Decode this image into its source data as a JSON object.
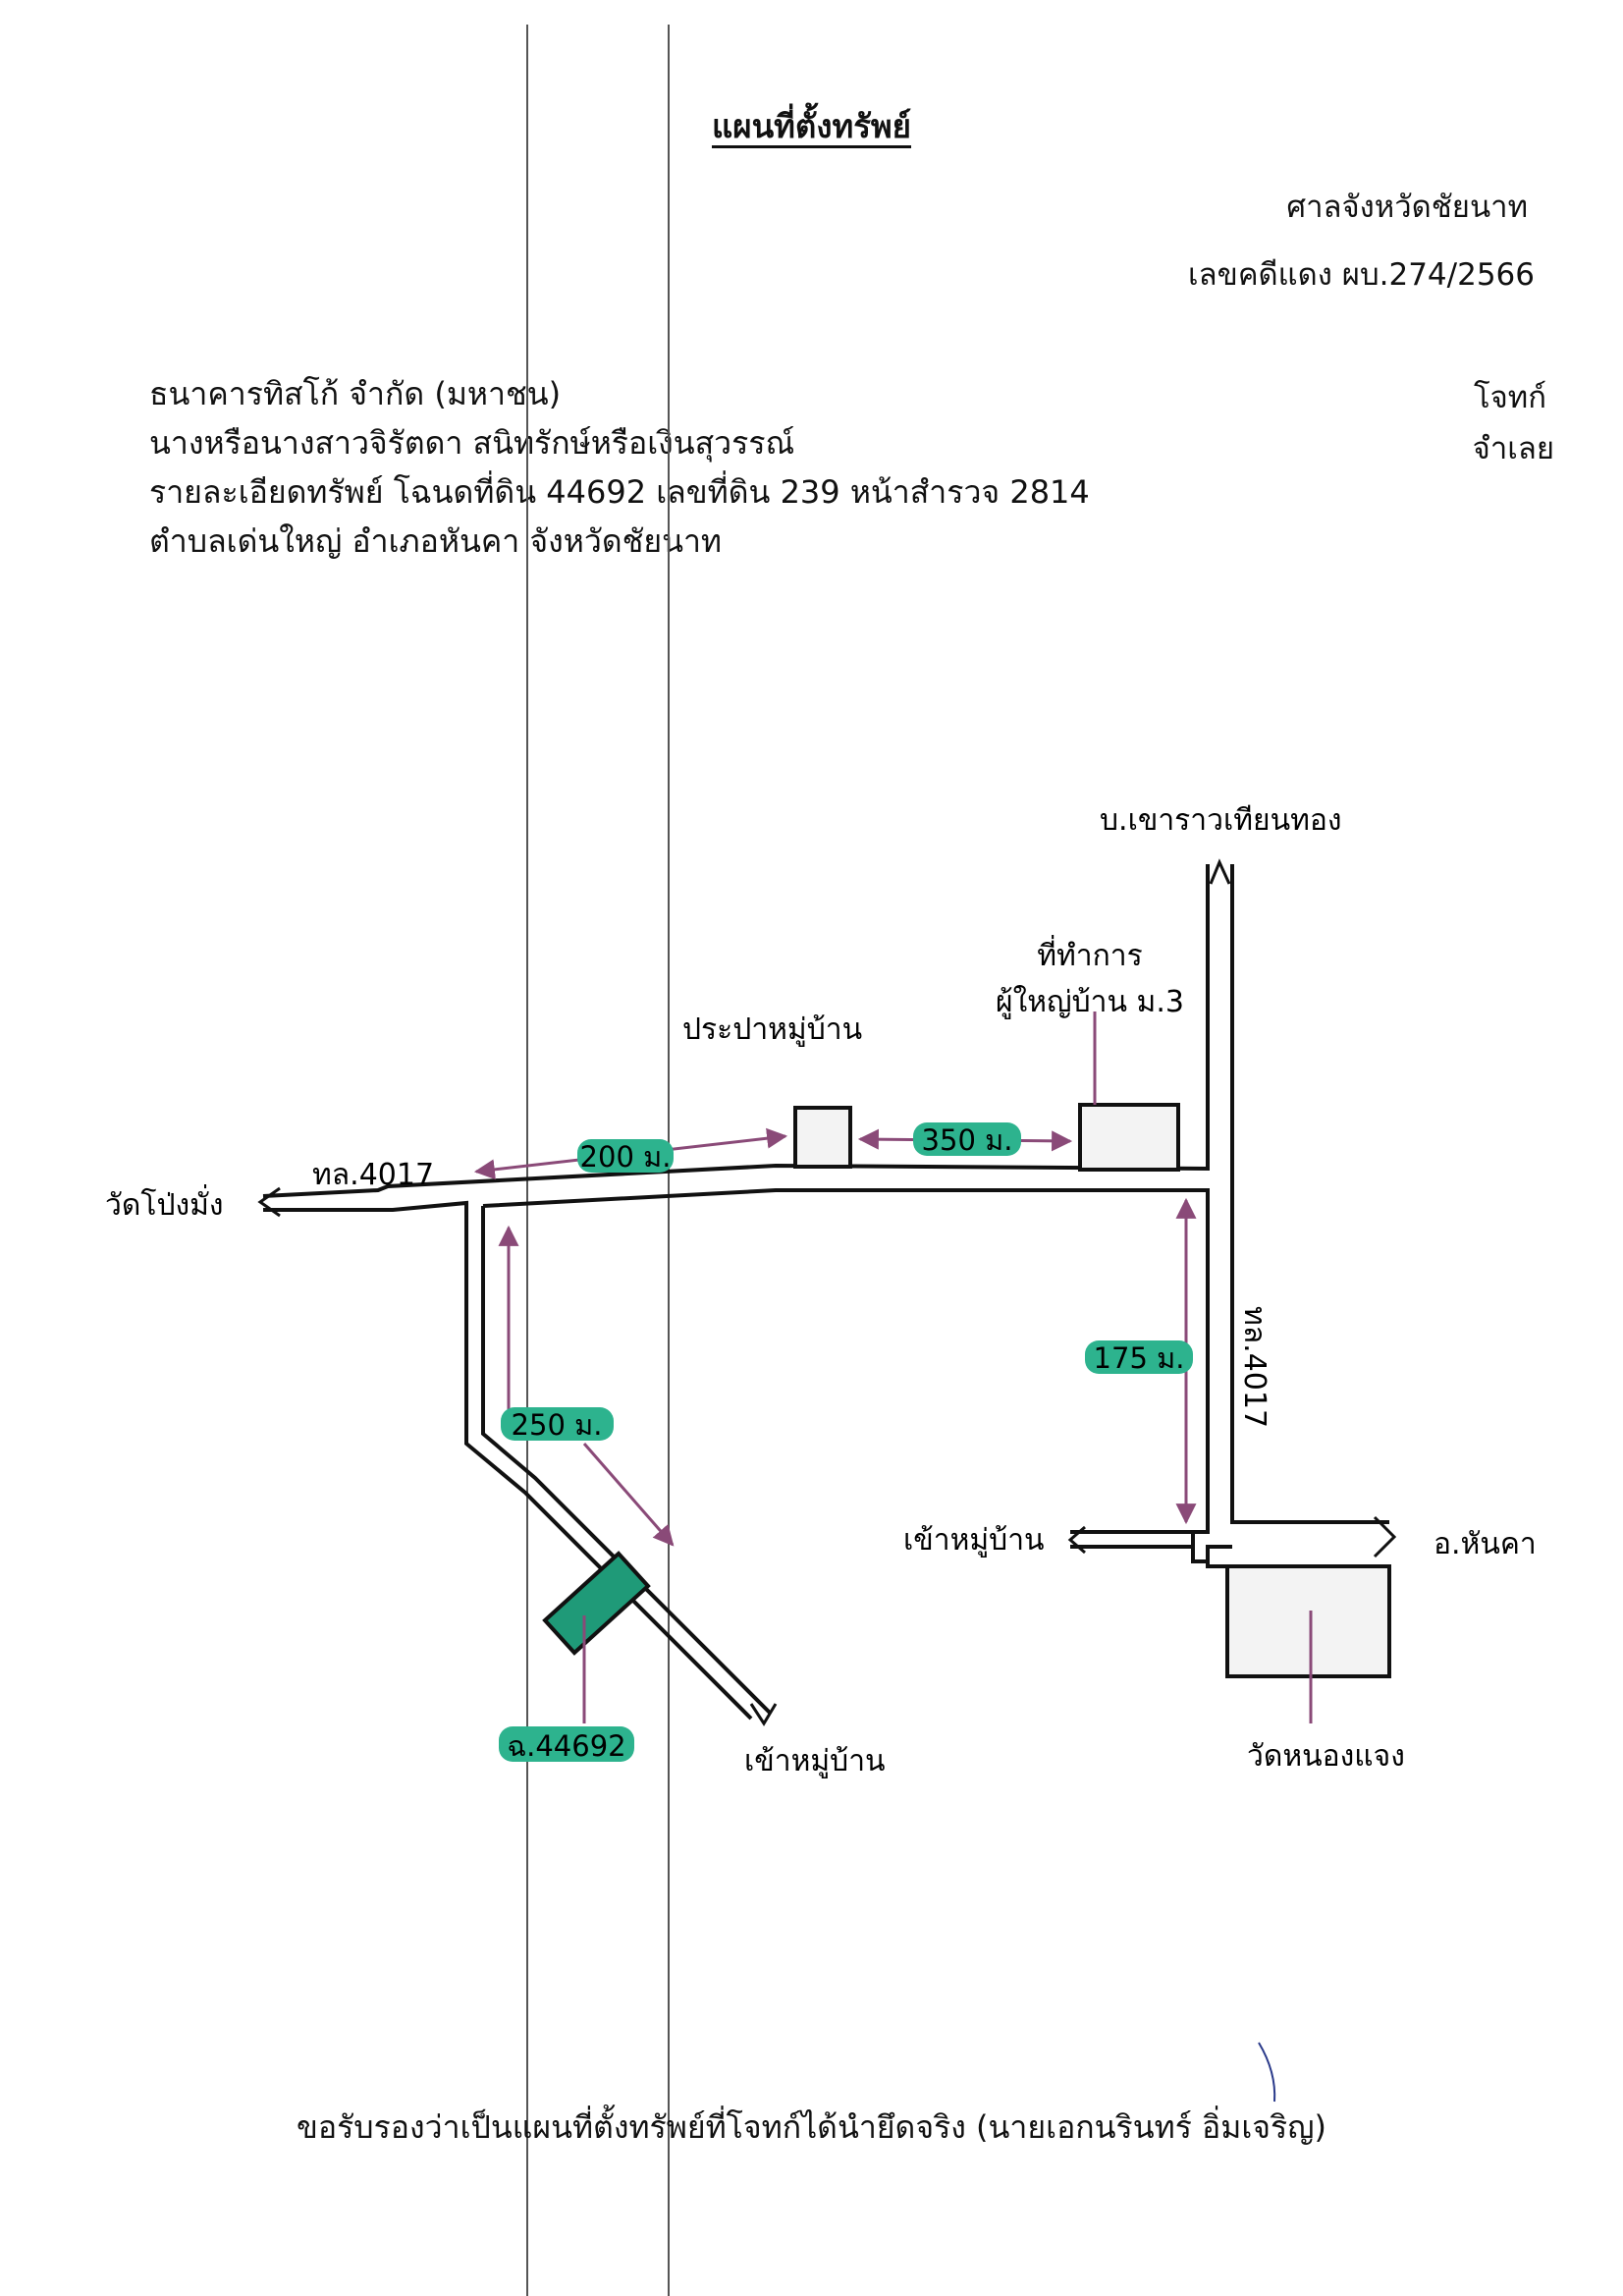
{
  "header": {
    "title": "แผนที่ตั้งทรัพย์",
    "court": "ศาลจังหวัดชัยนาท",
    "case_number": "เลขคดีแดง ผบ.274/2566"
  },
  "parties": {
    "plaintiff": "ธนาคารทิสโก้ จำกัด (มหาชน)",
    "defendant": "นางหรือนางสาวจิรัตดา สนิทรักษ์หรือเงินสุวรรณ์",
    "property_detail": "รายละเอียดทรัพย์ โฉนดที่ดิน 44692 เลขที่ดิน 239 หน้าสำรวจ 2814",
    "location": "ตำบลเด่นใหญ่ อำเภอหันคา จังหวัดชัยนาท",
    "plaintiff_role": "โจทก์",
    "defendant_role": "จำเลย"
  },
  "map": {
    "labels": {
      "north_village": "บ.เขาราวเทียนทอง",
      "headman_office_line1": "ที่ทำการ",
      "headman_office_line2": "ผู้ใหญ่บ้าน ม.3",
      "village_waterworks": "ประปาหมู่บ้าน",
      "temple_west": "วัดโป่งมั่ง",
      "road_west": "ทล.4017",
      "road_east": "ทล.4017",
      "village_entry_east": "เข้าหมู่บ้าน",
      "district_east": "อ.หันคา",
      "village_entry_south": "เข้าหมู่บ้าน",
      "temple_south": "วัดหนองแจง"
    },
    "distances": {
      "to_waterworks": "200 ม.",
      "waterworks_to_office": "350 ม.",
      "east_segment": "175 ม.",
      "side_road": "250 ม."
    },
    "parcel_label": "ฉ.44692",
    "colors": {
      "highlight": "#2db38e",
      "parcel": "#1f9a78",
      "arrow": "#8a4a78",
      "road": "#111111",
      "building_fill": "#f3f3f3"
    }
  },
  "footer": {
    "certification": "ขอรับรองว่าเป็นแผนที่ตั้งทรัพย์ที่โจทก์ได้นำยึดจริง (นายเอกนรินทร์ อิ่มเจริญ)"
  }
}
